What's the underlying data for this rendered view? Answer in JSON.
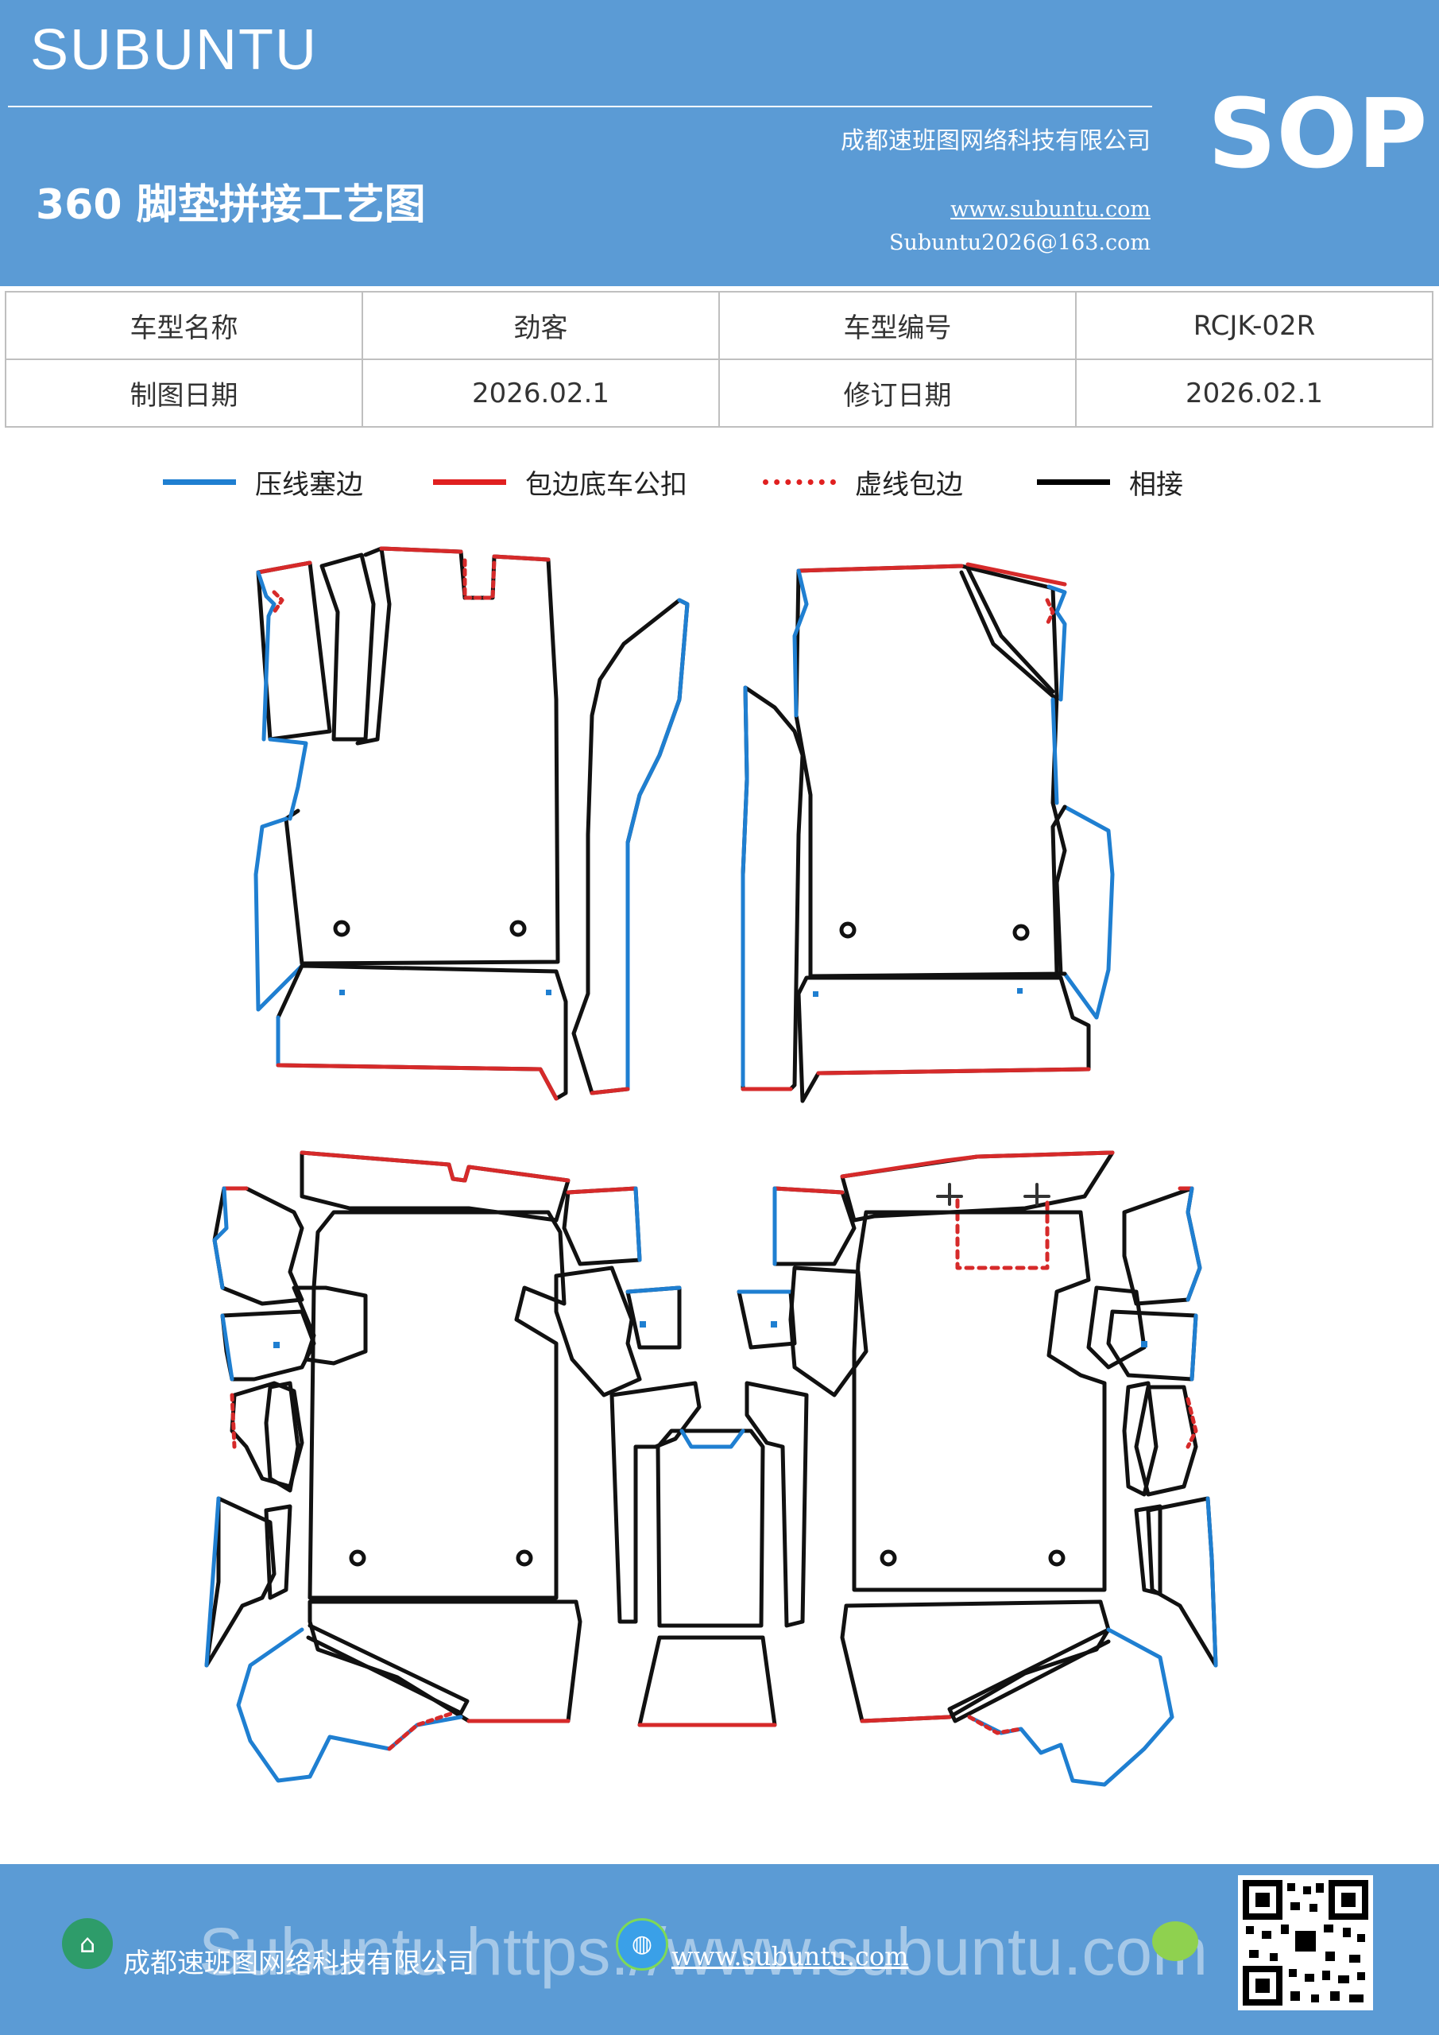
{
  "header": {
    "brand": "SUBUNTU",
    "sop": "SOP",
    "company": "成都速班图网络科技有限公司",
    "title": "360 脚垫拼接工艺图",
    "website": "www.subuntu.com",
    "email": "Subuntu2026@163.com"
  },
  "info_table": {
    "rows": [
      [
        "车型名称",
        "劲客",
        "车型编号",
        "RCJK-02R"
      ],
      [
        "制图日期",
        "2026.02.1",
        "修订日期",
        "2026.02.1"
      ]
    ]
  },
  "legend": {
    "items": [
      {
        "label": "压线塞边",
        "color": "#1f7fd1",
        "style": "solid"
      },
      {
        "label": "包边底车公扣",
        "color": "#e02020",
        "style": "solid"
      },
      {
        "label": "虚线包边",
        "color": "#e02020",
        "style": "dotted"
      },
      {
        "label": "相接",
        "color": "#000000",
        "style": "solid"
      }
    ]
  },
  "footer": {
    "company": "成都速班图网络科技有限公司",
    "website": "www.subuntu.com",
    "watermark": "Subuntu https://www.subuntu.com"
  },
  "colors": {
    "header_bg": "#5b9bd5",
    "blue_edge": "#1f7fd1",
    "red_edge": "#d62a2a",
    "black_edge": "#111111"
  }
}
